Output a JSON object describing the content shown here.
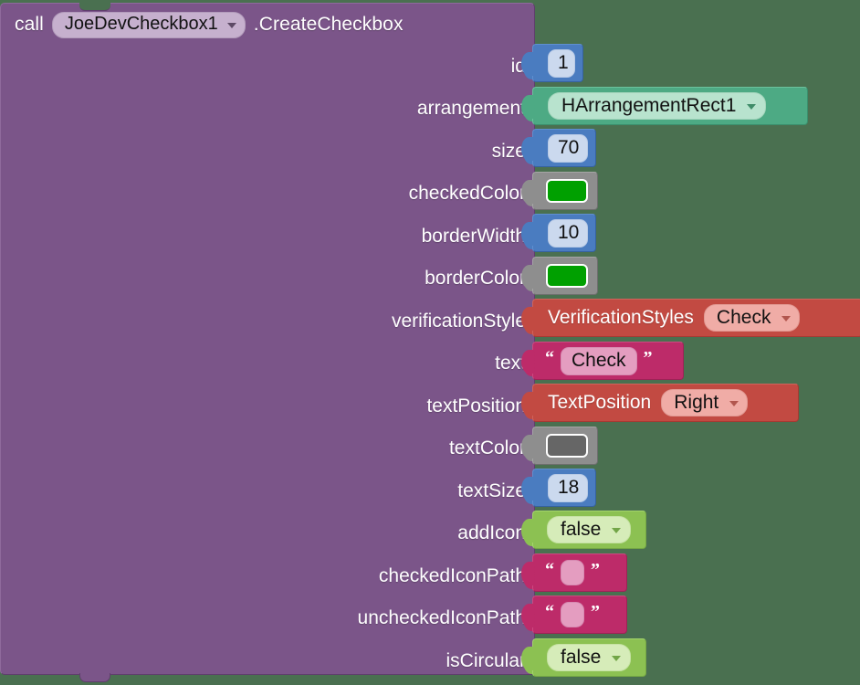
{
  "block": {
    "call_label": "call",
    "component_name": "JoeDevCheckbox1",
    "method_name": ".CreateCheckbox",
    "colors": {
      "workspace_background": "#4a7050",
      "call_block": "#7b5589",
      "number_block": "#4a7cc0",
      "component_block": "#4daa84",
      "color_block": "#8e8e8e",
      "enum_block": "#c24a42",
      "text_block": "#bd2b69",
      "logic_block": "#8cc152"
    }
  },
  "params": [
    {
      "name": "id",
      "kind": "number",
      "value": "1"
    },
    {
      "name": "arrangement",
      "kind": "component",
      "value": "HArrangementRect1"
    },
    {
      "name": "size",
      "kind": "number",
      "value": "70"
    },
    {
      "name": "checkedColor",
      "kind": "color",
      "value": "#00a000"
    },
    {
      "name": "borderWidth",
      "kind": "number",
      "value": "10"
    },
    {
      "name": "borderColor",
      "kind": "color",
      "value": "#00a000"
    },
    {
      "name": "verificationStyle",
      "kind": "enum",
      "enum_name": "VerificationStyles",
      "value": "Check"
    },
    {
      "name": "text",
      "kind": "text",
      "value": "Check"
    },
    {
      "name": "textPosition",
      "kind": "enum",
      "enum_name": "TextPosition",
      "value": "Right"
    },
    {
      "name": "textColor",
      "kind": "color",
      "value": "#666666"
    },
    {
      "name": "textSize",
      "kind": "number",
      "value": "18"
    },
    {
      "name": "addIcon",
      "kind": "logic",
      "value": "false"
    },
    {
      "name": "checkedIconPath",
      "kind": "text",
      "value": ""
    },
    {
      "name": "uncheckedIconPath",
      "kind": "text",
      "value": ""
    },
    {
      "name": "isCircular",
      "kind": "logic",
      "value": "false"
    }
  ],
  "glyphs": {
    "quote_open": "“",
    "quote_close": "”"
  }
}
